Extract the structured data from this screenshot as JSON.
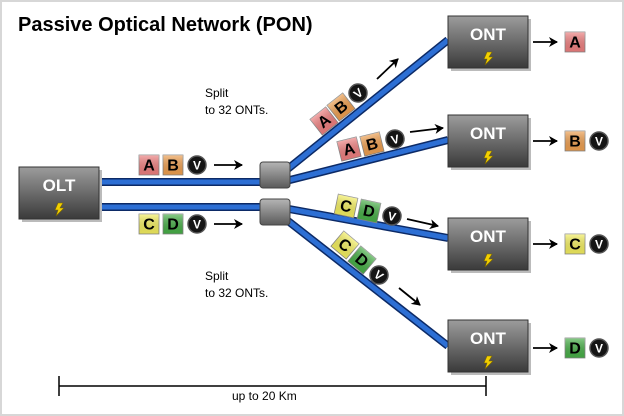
{
  "title": "Passive Optical Network (PON)",
  "olt_label": "OLT",
  "ont_label": "ONT",
  "split_note_top": [
    "Split",
    "to 32 ONTs."
  ],
  "split_note_bottom": [
    "Split",
    "to 32 ONTs."
  ],
  "distance_label": "up to 20 Km",
  "labels": {
    "A": "A",
    "B": "B",
    "C": "C",
    "D": "D",
    "V": "V"
  },
  "colors": {
    "fiber": "#2d6fd4",
    "fiber_outline": "#0c2a66",
    "A": "#f08080",
    "B": "#f0a050",
    "C": "#f5f060",
    "D": "#48b048",
    "V": "#151515",
    "device": "#7a7a7a",
    "power_icon": "#f3d000"
  },
  "onts": [
    {
      "id": "ont-1",
      "receives": [
        "A"
      ],
      "incoming": [
        "A",
        "B",
        "V"
      ]
    },
    {
      "id": "ont-2",
      "receives": [
        "B",
        "V"
      ],
      "incoming": [
        "A",
        "B",
        "V"
      ]
    },
    {
      "id": "ont-3",
      "receives": [
        "C",
        "V"
      ],
      "incoming": [
        "C",
        "D",
        "V"
      ]
    },
    {
      "id": "ont-4",
      "receives": [
        "D",
        "V"
      ],
      "incoming": [
        "C",
        "D",
        "V"
      ]
    }
  ],
  "olt_streams": [
    [
      "A",
      "B",
      "V"
    ],
    [
      "C",
      "D",
      "V"
    ]
  ]
}
